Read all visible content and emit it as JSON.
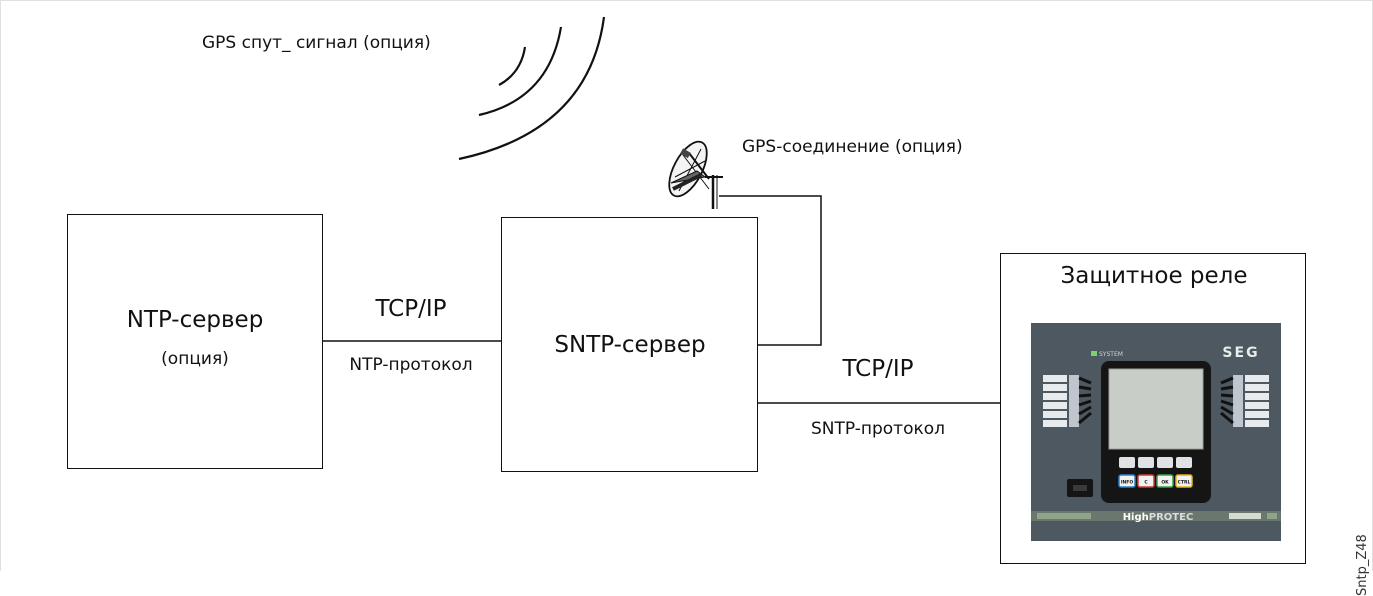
{
  "satellite_label": "GPS спут_ сигнал (опция)",
  "gps_connection_label": "GPS-соединение (опция)",
  "ntp_server": {
    "title": "NTP-сервер",
    "subtitle": "(опция)"
  },
  "link_ntp_sntp": {
    "transport": "TCP/IP",
    "protocol": "NTP-протокол"
  },
  "sntp_server": {
    "title": "SNTP-сервер"
  },
  "link_sntp_relay": {
    "transport": "TCP/IP",
    "protocol": "SNTP-протокол"
  },
  "protection_relay": {
    "title": "Защитное реле",
    "brand": "SEG",
    "product": "HighPROTEC",
    "product_prefix": "High",
    "product_suffix": "PROTEC",
    "system_label": "SYSTEM",
    "keys": [
      "INFO",
      "C",
      "OK",
      "CTRL"
    ]
  },
  "figure_id": "Sntp_Z48",
  "colors": {
    "line": "#111111",
    "device_panel": "#4d5860",
    "device_bezel": "#151515",
    "lcd": "#c9cdc7",
    "stripe": "#8fa58a",
    "key_info": "#2f7fd0",
    "key_c": "#d23b3b",
    "key_ok": "#3aa14a",
    "key_ctrl": "#e2b21c"
  }
}
